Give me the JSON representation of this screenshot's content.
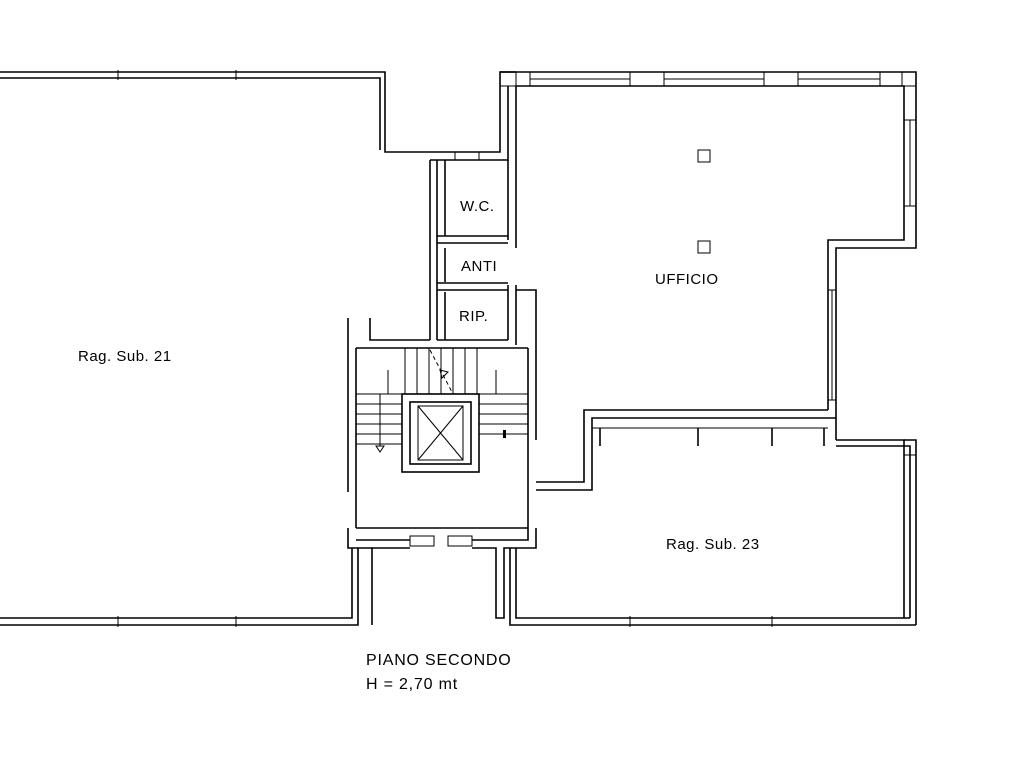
{
  "rooms": {
    "wc": "W.C.",
    "anti": "ANTI",
    "rip": "RIP.",
    "ufficio": "UFFICIO",
    "sub21": "Rag. Sub. 21",
    "sub23": "Rag. Sub. 23"
  },
  "caption": {
    "title": "PIANO SECONDO",
    "height": "H = 2,70 mt"
  }
}
